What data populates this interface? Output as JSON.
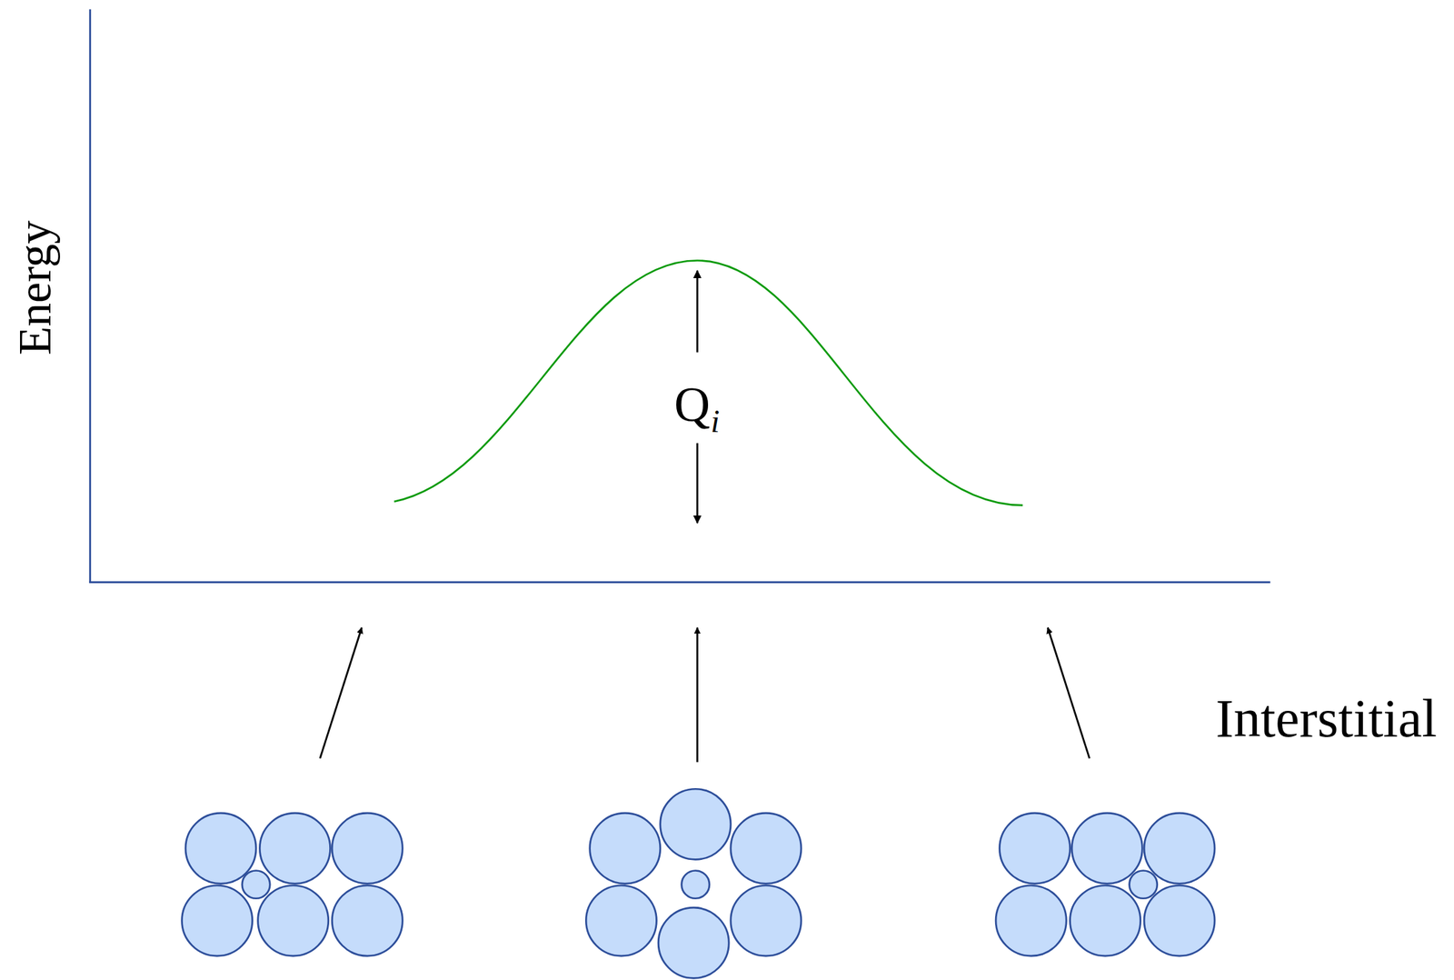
{
  "diagram": {
    "labels": [
      "Energy",
      "Q",
      "i",
      "Interstitial"
    ]
  }
}
